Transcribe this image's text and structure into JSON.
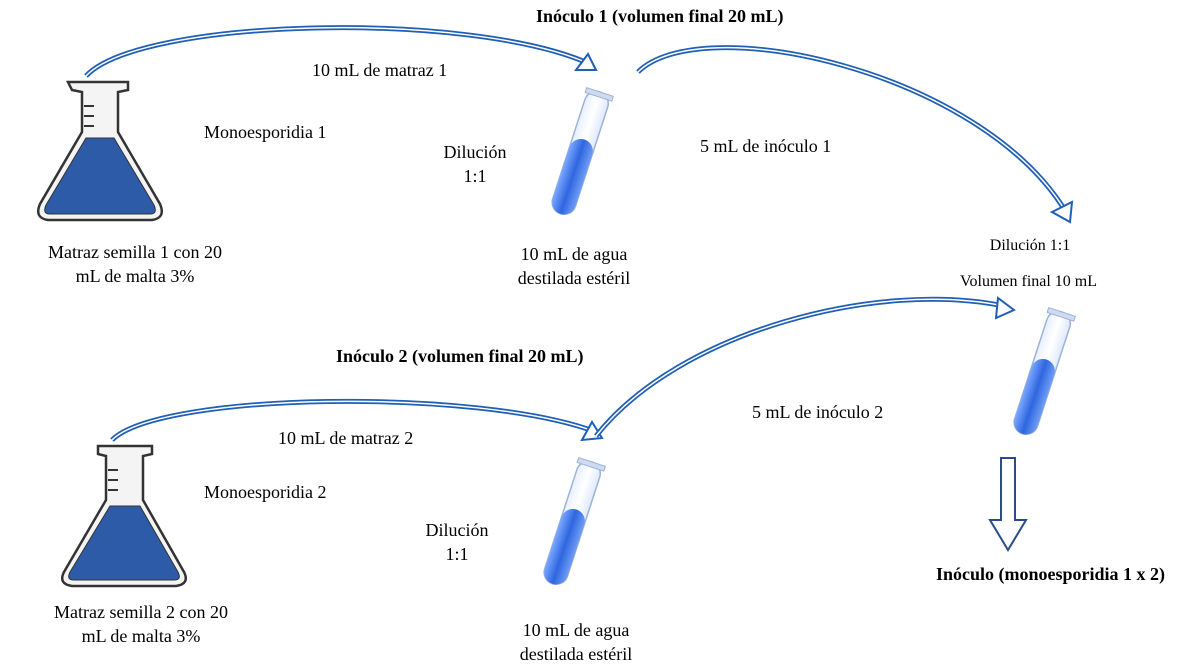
{
  "labels": {
    "inoculo1_title": "Inóculo 1 (volumen final 20 mL)",
    "transfer_matraz1": "10 mL de matraz 1",
    "monoesporidia1": "Monoesporidia 1",
    "dilucion1_line1": "Dilución",
    "dilucion1_line2": "1:1",
    "transfer_inoculo1": "5 mL de inóculo 1",
    "matraz1_line1": "Matraz semilla 1 con 20",
    "matraz1_line2": "mL de malta 3%",
    "agua1_line1": "10 mL de agua",
    "agua1_line2": "destilada estéril",
    "dilucion_final": "Dilución 1:1",
    "volumen_final": "Volumen final 10 mL",
    "inoculo2_title": "Inóculo 2 (volumen final 20 mL)",
    "transfer_inoculo2": "5 mL de inóculo 2",
    "transfer_matraz2": "10 mL de matraz 2",
    "monoesporidia2": "Monoesporidia 2",
    "dilucion2_line1": "Dilución",
    "dilucion2_line2": "1:1",
    "matraz2_line1": "Matraz semilla 2 con 20",
    "matraz2_line2": "mL de malta 3%",
    "agua2_line1": "10 mL de agua",
    "agua2_line2": "destilada estéril",
    "inoculo_final": "Inóculo (monoesporidia 1 x 2)"
  },
  "colors": {
    "arrow": "#1f5fb4",
    "liquid": "#2e5ba8",
    "tube_liquid": "#3b6fd6",
    "glass_outline": "#333333"
  }
}
